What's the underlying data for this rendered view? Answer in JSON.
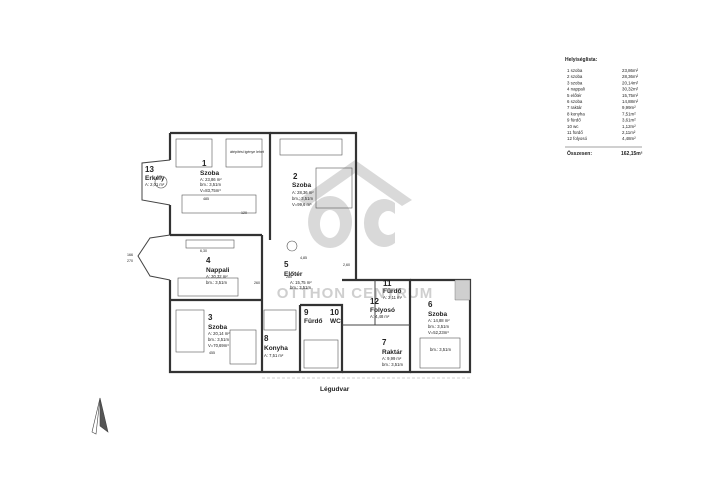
{
  "legend": {
    "title": "Helyiséglista:",
    "rows": [
      {
        "name": "1 szoba",
        "area": "23,86m²"
      },
      {
        "name": "2 szoba",
        "area": "28,36m²"
      },
      {
        "name": "3 szoba",
        "area": "20,14m²"
      },
      {
        "name": "4 nappali",
        "area": "30,32m²"
      },
      {
        "name": "5 előtér",
        "area": "15,75m²"
      },
      {
        "name": "6 szoba",
        "area": "14,88m²"
      },
      {
        "name": "7 raktár",
        "area": "9,99m²"
      },
      {
        "name": "8 konyha",
        "area": "7,51m²"
      },
      {
        "name": "9 fürdő",
        "area": "3,61m²"
      },
      {
        "name": "10 wc",
        "area": "1,12m²"
      },
      {
        "name": "11 fürdő",
        "area": "2,11m²"
      },
      {
        "name": "12 folyosó",
        "area": "4,48m²"
      }
    ],
    "total_label": "Összesen:",
    "total_value": "162,15m²"
  },
  "rooms": {
    "r1": {
      "num": "1",
      "name": "Szoba",
      "area": "A: 23,86 m²",
      "height": "bm.: 3,51m",
      "volume": "V=83,75m³",
      "note": "átépítési igénye lehet"
    },
    "r2": {
      "num": "2",
      "name": "Szoba",
      "area": "A: 28,36 m²",
      "height": "bm.: 3,51m",
      "volume": "V=99,6 m³"
    },
    "r3": {
      "num": "3",
      "name": "Szoba",
      "area": "A: 20,14 m²",
      "height": "bm.: 3,51m",
      "volume": "V=70,69m³"
    },
    "r4": {
      "num": "4",
      "name": "Nappali",
      "area": "A: 30,32 m²",
      "height": "bm.: 3,51m"
    },
    "r5": {
      "num": "5",
      "name": "Előtér",
      "area": "A: 15,75 m²",
      "height": "bm.: 3,51m"
    },
    "r6": {
      "num": "6",
      "name": "Szoba",
      "area": "A: 14,88 m²",
      "height": "bm.: 3,51m",
      "volume": "V=52,23m³",
      "height2": "bm.: 3,51m"
    },
    "r7": {
      "num": "7",
      "name": "Raktár",
      "area": "A: 9,99 m²",
      "height": "bm.: 3,51m"
    },
    "r8": {
      "num": "8",
      "name": "Konyha",
      "area": "A: 7,51 m²"
    },
    "r9": {
      "num": "9",
      "name": "Fürdő"
    },
    "r10": {
      "num": "10",
      "name": "WC"
    },
    "r11": {
      "num": "11",
      "name": "Fürdő",
      "area": "A: 2,11 m²"
    },
    "r12": {
      "num": "12",
      "name": "Folyosó",
      "area": "A: 4,48 m²"
    },
    "r13": {
      "num": "13",
      "name": "Erkély",
      "area": "A: 2,01 m²"
    }
  },
  "labels": {
    "legudvar": "Légudvar",
    "dim_630": "6,30",
    "dim_485": "485",
    "dim_455": "455",
    "dim_260": "260",
    "dim_280": "280",
    "dim_120": "120",
    "dim_166": "166",
    "dim_270": "270",
    "dim_485b": "4,85",
    "dim_260b": "2,60"
  },
  "watermark": {
    "brand": "OTTHON CENTRUM"
  },
  "colors": {
    "wall": "#333333",
    "watermark": "#b9b9b9"
  }
}
